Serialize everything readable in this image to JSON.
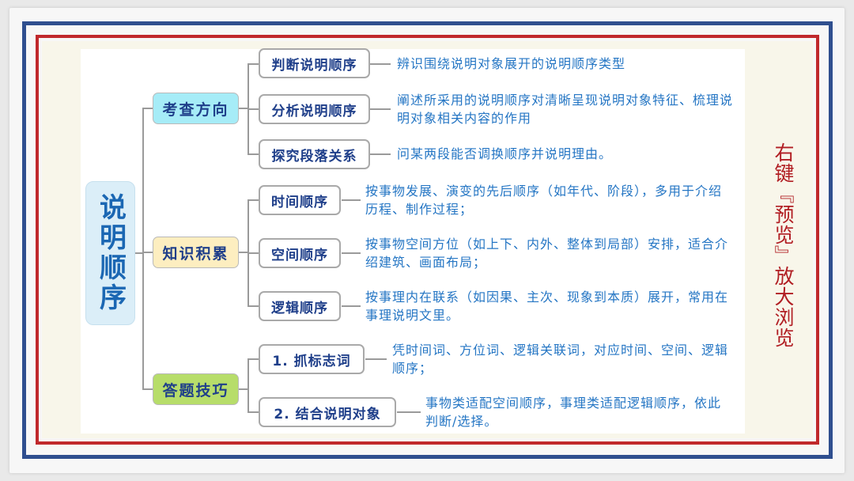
{
  "root": {
    "label": "说明顺序"
  },
  "branches": [
    {
      "label": "考查方向",
      "leaves": [
        {
          "label": "判断说明顺序",
          "desc": "辨识围绕说明对象展开的说明顺序类型"
        },
        {
          "label": "分析说明顺序",
          "desc": "阐述所采用的说明顺序对清晰呈现说明对象特征、梳理说明对象相关内容的作用"
        },
        {
          "label": "探究段落关系",
          "desc": "问某两段能否调换顺序并说明理由。"
        }
      ]
    },
    {
      "label": "知识积累",
      "leaves": [
        {
          "label": "时间顺序",
          "desc": "按事物发展、演变的先后顺序（如年代、阶段），多用于介绍历程、制作过程；"
        },
        {
          "label": "空间顺序",
          "desc": "按事物空间方位（如上下、内外、整体到局部）安排，适合介绍建筑、画面布局；"
        },
        {
          "label": "逻辑顺序",
          "desc": "按事理内在联系（如因果、主次、现象到本质）展开，常用在事理说明文里。"
        }
      ]
    },
    {
      "label": "答题技巧",
      "leaves": [
        {
          "label": "1. 抓标志词",
          "desc": "凭时间词、方位词、逻辑关联词，对应时间、空间、逻辑顺序；"
        },
        {
          "label": "2. 结合说明对象",
          "desc": "事物类适配空间顺序，事理类适配逻辑顺序，依此判断/选择。"
        }
      ]
    }
  ],
  "side_note": "右键『预览』放大浏览"
}
